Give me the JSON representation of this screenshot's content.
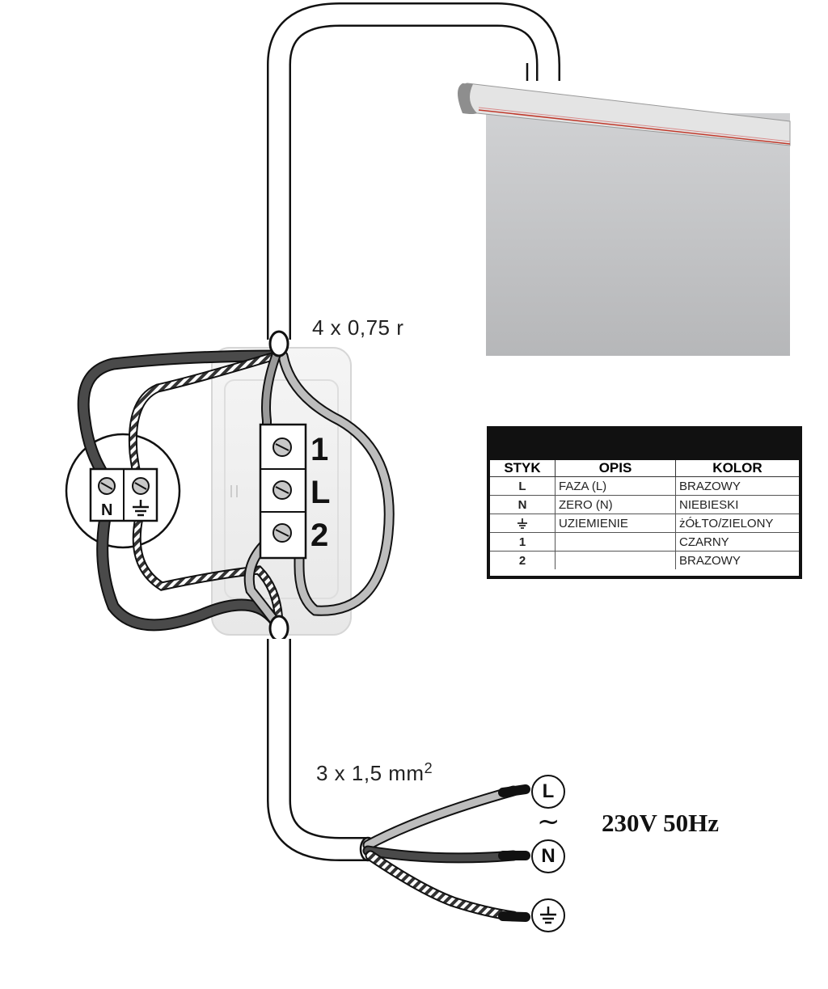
{
  "cable_top_label": "4 x 0,75 r",
  "cable_bottom_label": "3 x 1,5 mm",
  "cable_bottom_superscript": "2",
  "voltage_label": "230V 50Hz",
  "motor_terminals": [
    "1",
    "L",
    "2"
  ],
  "small_block_n_label": "N",
  "supply_ends": {
    "L": "L",
    "N": "N",
    "PE": "earth-icon",
    "ac_symbol": "~"
  },
  "wire_colors": {
    "black": "#3a3a3a",
    "grey": "#bdbdbd",
    "brown_dark": "#2e2e2e",
    "stripe": "#777777"
  },
  "table": {
    "headers": [
      "STYK",
      "OPIS",
      "KOLOR"
    ],
    "rows": [
      {
        "styk": "L",
        "opis": "FAZA (L)",
        "kolor": "BRAZOWY"
      },
      {
        "styk": "N",
        "opis": "ZERO (N)",
        "kolor": "NIEBIESKI"
      },
      {
        "styk": "earth-icon",
        "opis": "UZIEMIENIE",
        "kolor": "żÓŁTO/ZIELONY"
      },
      {
        "styk": "1",
        "opis": "",
        "kolor": "CZARNY"
      },
      {
        "styk": "2",
        "opis": "",
        "kolor": "BRAZOWY"
      }
    ]
  }
}
